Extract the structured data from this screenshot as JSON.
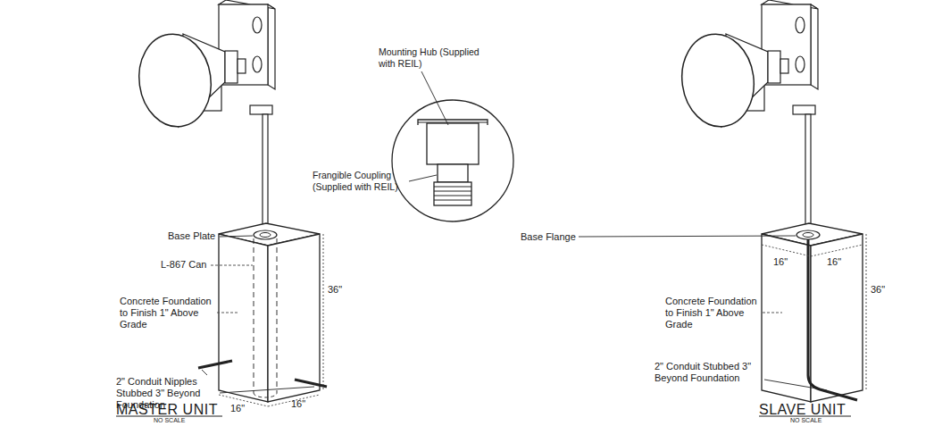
{
  "diagram": {
    "labels": [
      "Base Plate",
      "L-867 Can",
      "Concrete Foundation to Finish 1\" Above Grade",
      "2\" Conduit Nipples Stubbed 3\" Beyond Foundation",
      "36\"",
      "16\"",
      "16\"",
      "MASTER UNIT",
      "NO SCALE",
      "Mounting Hub (Supplied with REIL)",
      "Frangible Coupling (Supplied with REIL)",
      "Base Flange",
      "36\"",
      "16\"",
      "16\"",
      "Concrete Foundation to Finish 1\" Above Grade",
      "2\" Conduit Stubbed 3\" Beyond Foundation",
      "SLAVE UNIT",
      "NO SCALE"
    ]
  }
}
